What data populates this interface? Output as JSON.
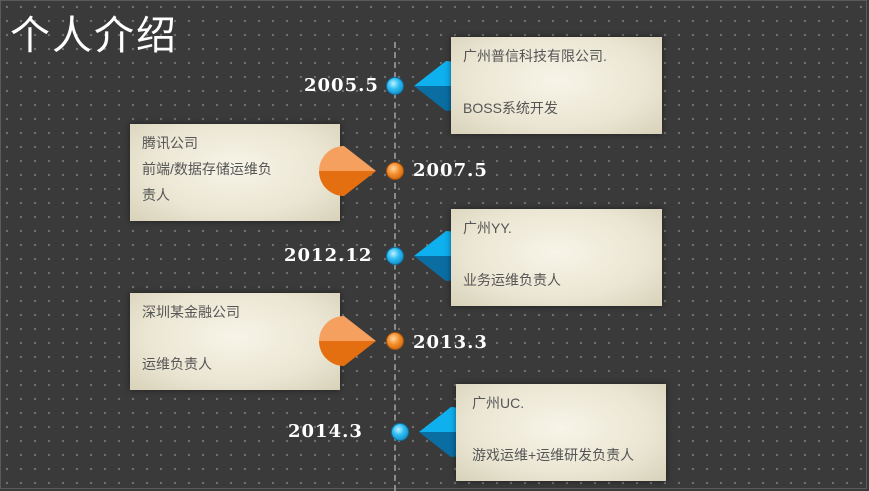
{
  "title": "个人介绍",
  "timeline": [
    {
      "date": "2005.5",
      "side": "right",
      "color": "blue",
      "lines": [
        "广州普信科技有限公司.",
        "",
        "BOSS系统开发"
      ]
    },
    {
      "date": "2007.5",
      "side": "left",
      "color": "orange",
      "lines": [
        "腾讯公司",
        "前端/数据存储运维负",
        "责人"
      ]
    },
    {
      "date": "2012.12",
      "side": "right",
      "color": "blue",
      "lines": [
        "广州YY.",
        "",
        "业务运维负责人"
      ]
    },
    {
      "date": "2013.3",
      "side": "left",
      "color": "orange",
      "lines": [
        "深圳某金融公司",
        "",
        "运维负责人"
      ]
    },
    {
      "date": "2014.3",
      "side": "right",
      "color": "blue",
      "lines": [
        "广州UC.",
        "",
        "游戏运维+运维研发负责人"
      ]
    }
  ],
  "colors": {
    "blue": "#1aa7e2",
    "orange": "#f0821e",
    "background": "#3a3a3a"
  }
}
